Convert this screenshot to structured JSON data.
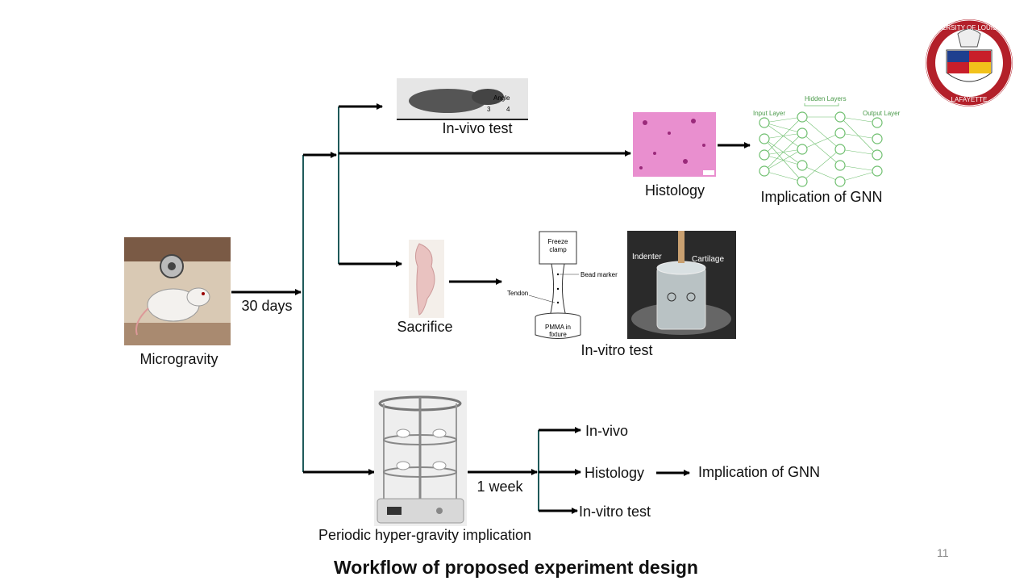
{
  "slide": {
    "title": "Workflow of proposed experiment design",
    "page_number": "11"
  },
  "nodes": {
    "microgravity": "Microgravity",
    "thirty_days": "30 days",
    "invivo_test": "In-vivo test",
    "histology": "Histology",
    "gnn": "Implication of GNN",
    "sacrifice": "Sacrifice",
    "invitro_test": "In-vitro test",
    "hypergravity": "Periodic hyper-gravity implication",
    "one_week": "1 week",
    "invivo_short": "In-vivo",
    "histology_2": "Histology",
    "gnn_2": "Implication of GNN",
    "invitro_test_2": "In-vitro test"
  },
  "image_labels": {
    "xray_angle": "Angle",
    "xray_3": "3",
    "xray_4": "4",
    "nn_input": "Input Layer",
    "nn_hidden": "Hidden Layers",
    "nn_output": "Output Layer",
    "freeze_clamp_1": "Freeze",
    "freeze_clamp_2": "clamp",
    "bead_marker": "Bead marker",
    "tendon": "Tendon",
    "pmma_1": "PMMA in",
    "pmma_2": "fixture",
    "indenter": "Indenter",
    "cartilage": "Cartilage"
  },
  "logo": {
    "ring_text": "UNIVERSITY OF LOUISIANA",
    "bottom_text": "LAFAYETTE"
  },
  "colors": {
    "branch_line": "#1f5a5a",
    "arrow": "#000000",
    "nn_green": "#6fbf6f",
    "logo_red": "#b3202a"
  }
}
